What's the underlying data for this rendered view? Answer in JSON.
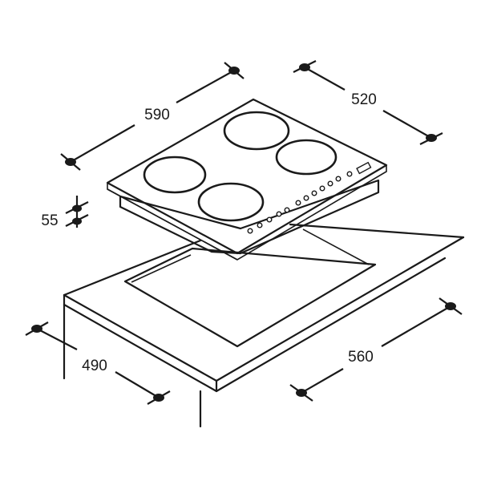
{
  "diagram": {
    "dimensions": {
      "hob_width": "590",
      "hob_depth": "520",
      "hob_height": "55",
      "cutout_depth": "490",
      "cutout_width": "560"
    },
    "cooking_zones": 4,
    "stroke_color": "#1a1a1a",
    "background_color": "#ffffff"
  }
}
